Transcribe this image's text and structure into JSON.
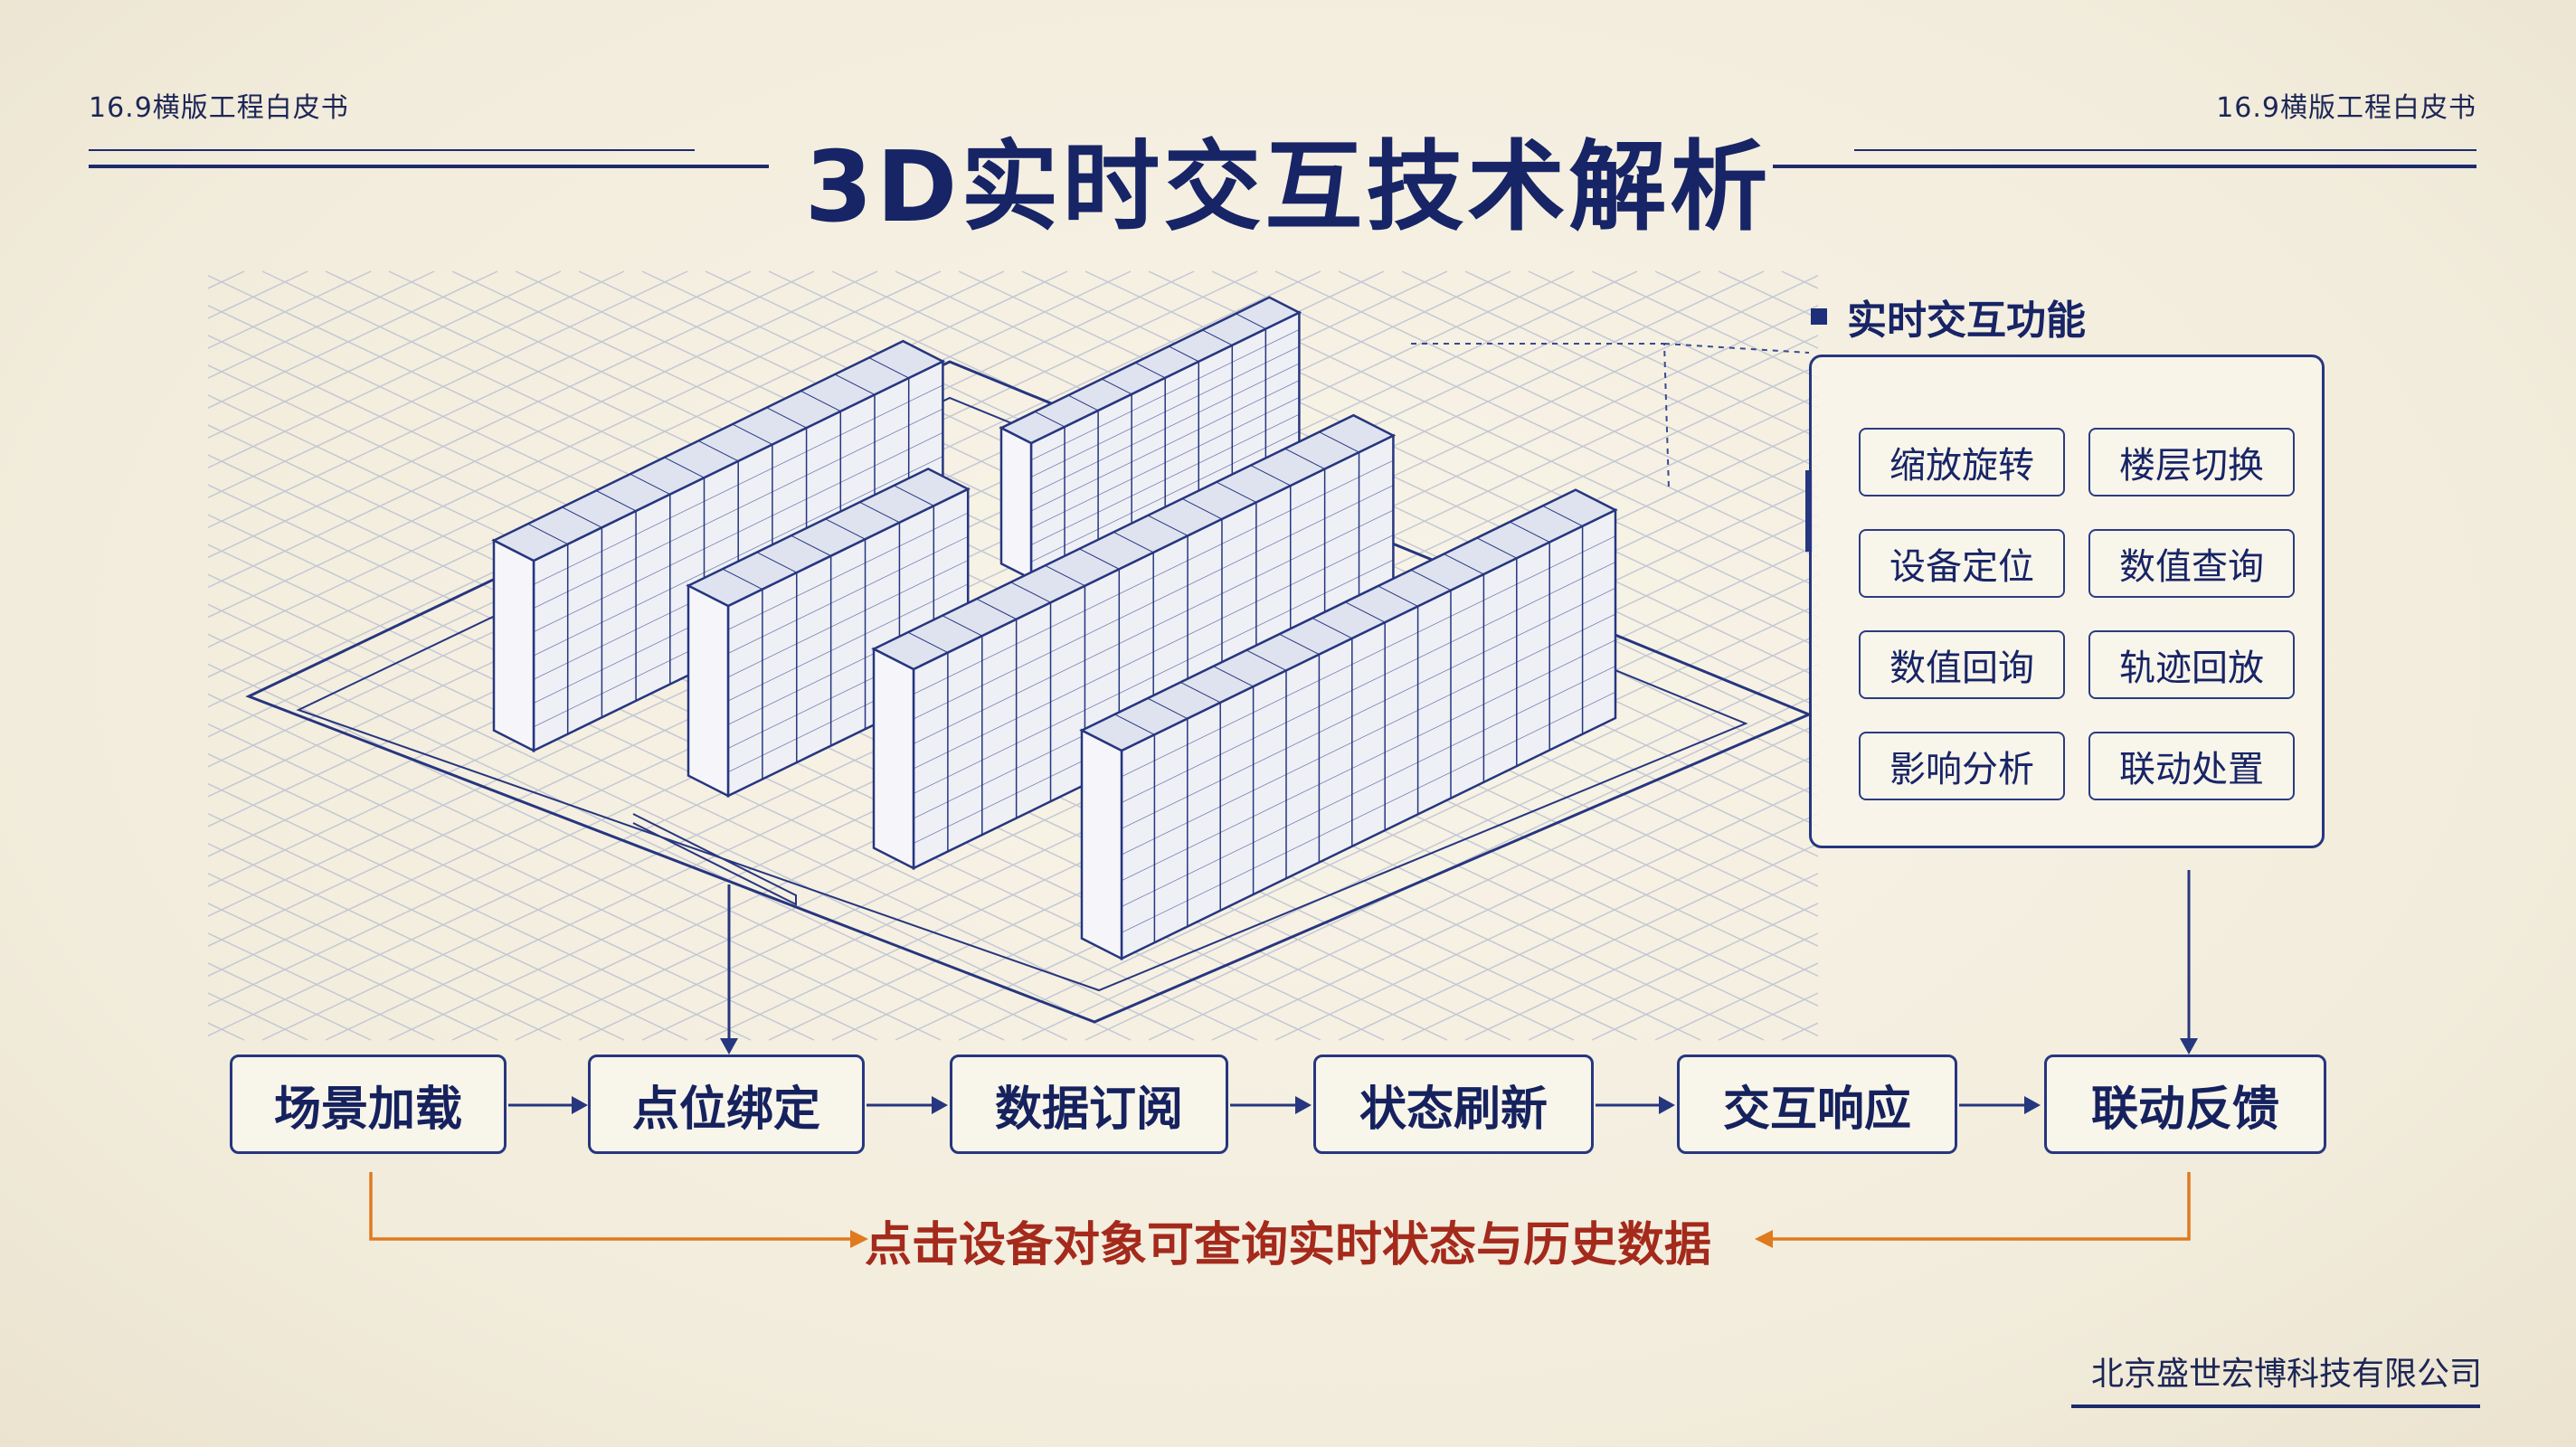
{
  "header": {
    "left_label": "16.9横版工程白皮书",
    "right_label": "16.9横版工程白皮书",
    "title": "3D实时交互技术解析"
  },
  "feature_panel": {
    "heading": "实时交互功能",
    "items": [
      {
        "label": "缩放旋转"
      },
      {
        "label": "楼层切换"
      },
      {
        "label": "设备定位"
      },
      {
        "label": "数值查询"
      },
      {
        "label": "数值回询"
      },
      {
        "label": "轨迹回放"
      },
      {
        "label": "影响分析"
      },
      {
        "label": "联动处置"
      }
    ]
  },
  "flow": {
    "steps": [
      {
        "label": "场景加载"
      },
      {
        "label": "点位绑定"
      },
      {
        "label": "数据订阅"
      },
      {
        "label": "状态刷新"
      },
      {
        "label": "交互响应"
      },
      {
        "label": "联动反馈"
      }
    ],
    "caption": "点击设备对象可查询实时状态与历史数据"
  },
  "footer": {
    "company": "北京盛世宏博科技有限公司"
  },
  "colors": {
    "ink_blue": "#1b2a68",
    "accent_orange": "#e07a1f",
    "caption_red": "#a42a1c",
    "paper": "#f4efe0"
  }
}
